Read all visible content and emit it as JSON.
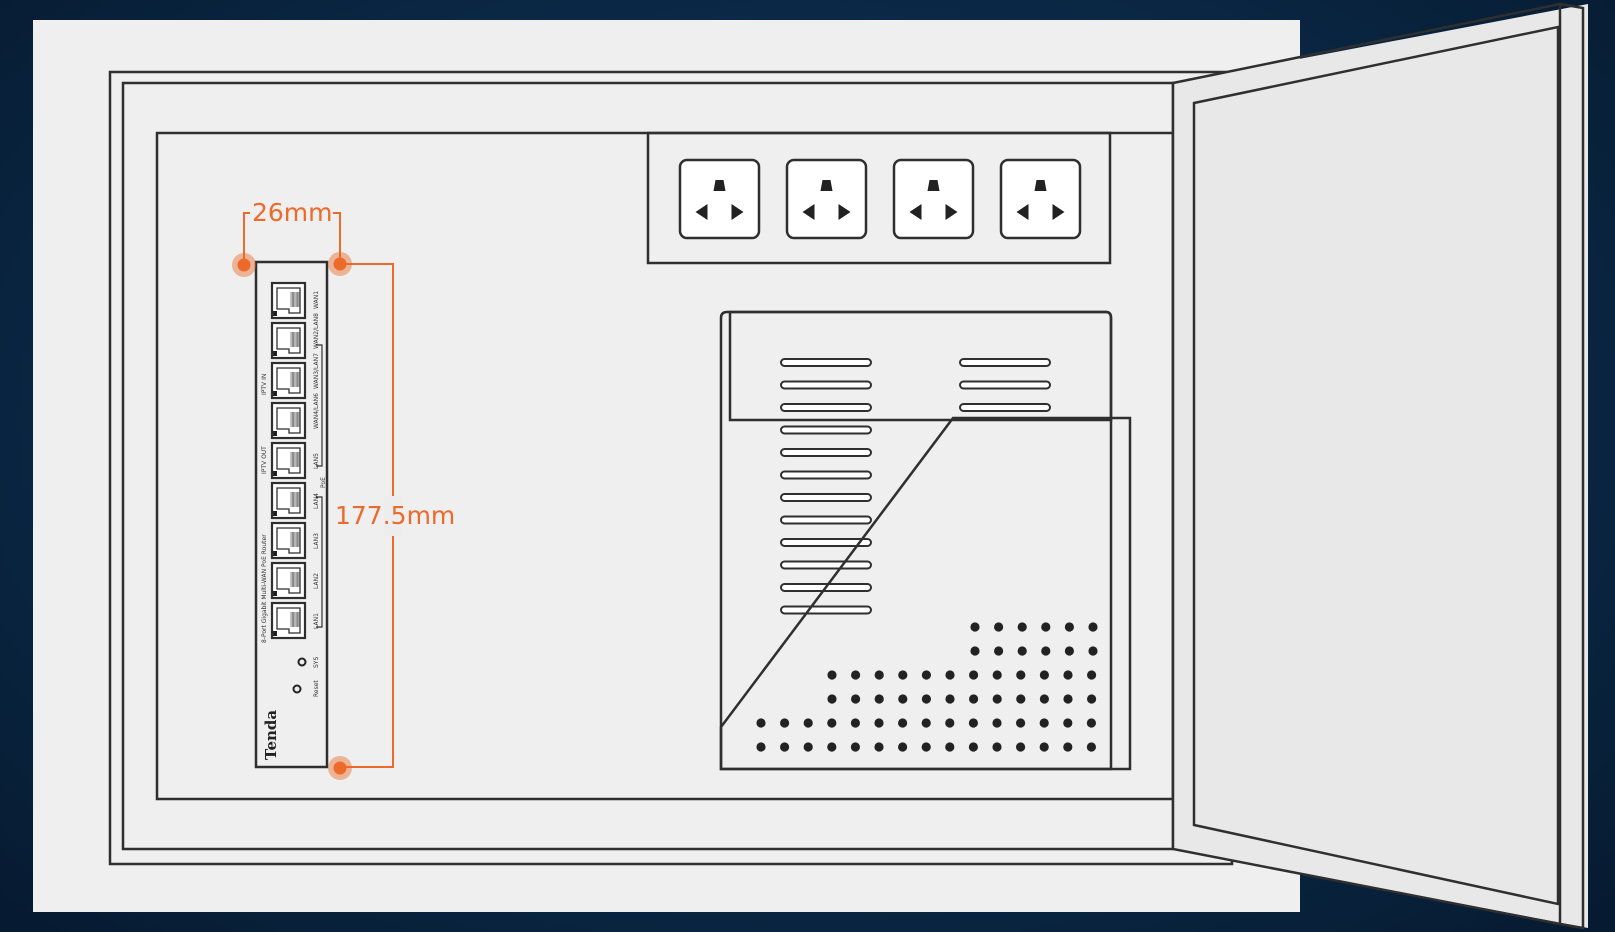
{
  "dimensions": {
    "width_label": "26mm",
    "height_label": "177.5mm"
  },
  "router": {
    "brand": "Tenda",
    "model_text": "8-Port Gigabit Multi-WAN PoE Router",
    "port_labels": [
      "WAN1",
      "WAN2/LAN8",
      "WAN3/LAN7",
      "WAN4/LAN6",
      "LAN5",
      "LAN4",
      "LAN3",
      "LAN2",
      "LAN1"
    ],
    "group_labels": [
      "IPTV IN",
      "IPTV OUT",
      "PoE"
    ],
    "indicator_labels": [
      "SYS",
      "Reset"
    ]
  },
  "power_strip": {
    "outlet_count": 4
  },
  "colors": {
    "accent": "#ec6a2a",
    "background": "#0c2d4d",
    "panel": "#efefef"
  }
}
